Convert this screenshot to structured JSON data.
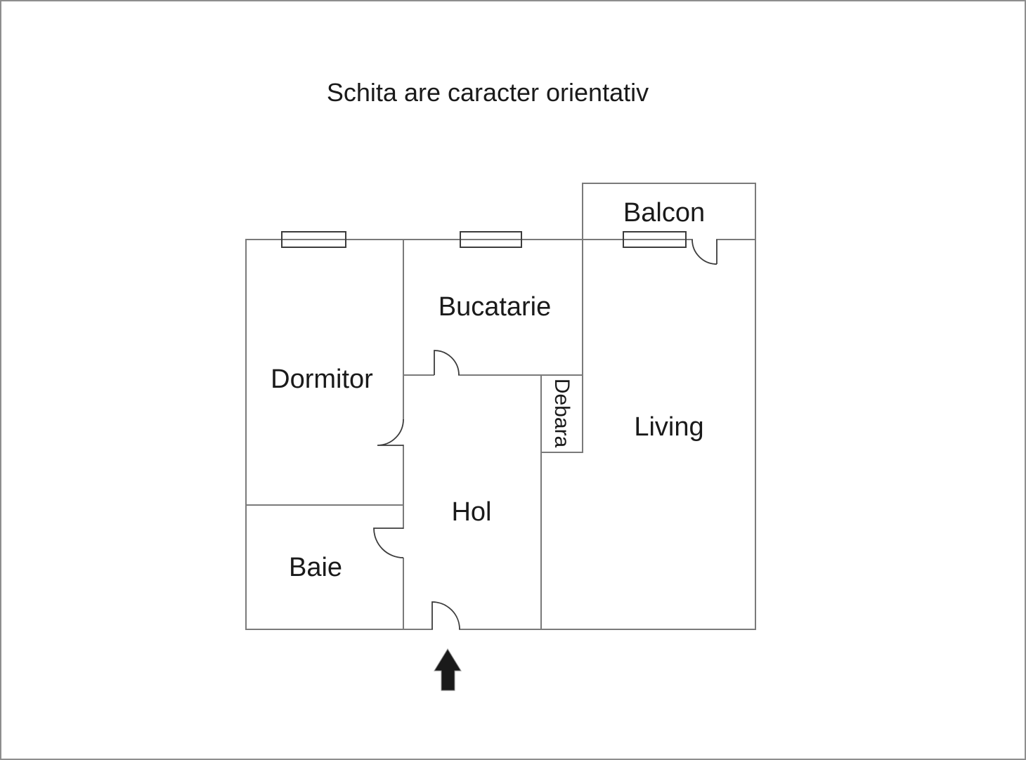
{
  "page": {
    "title": "Schita are caracter orientativ"
  },
  "floor_plan": {
    "rooms": [
      {
        "label": "Balcon"
      },
      {
        "label": "Bucatarie"
      },
      {
        "label": "Dormitor"
      },
      {
        "label": "Debara"
      },
      {
        "label": "Living"
      },
      {
        "label": "Hol"
      },
      {
        "label": "Baie"
      }
    ],
    "features": {
      "windows_count": 3,
      "doors_count": 5,
      "entrance_marker": "up-arrow-icon"
    },
    "colors": {
      "wall": "#7a7a7a",
      "detail": "#3c3c3c",
      "text": "#1a1a1a",
      "arrow": "#1a1a1a",
      "frame": "#8e8e8e",
      "background": "#ffffff"
    }
  }
}
